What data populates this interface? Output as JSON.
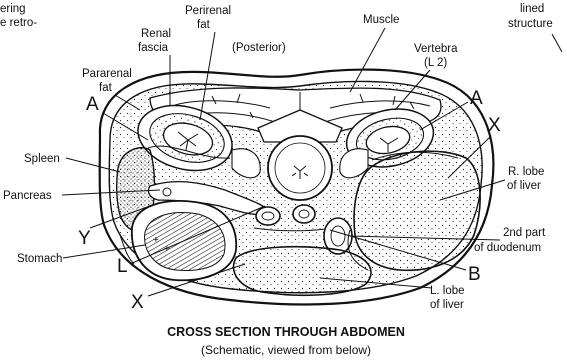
{
  "fragments": {
    "top_left_1": "ering",
    "top_left_2": "e retro-",
    "top_right_1": "lined",
    "top_right_2": "structure"
  },
  "labels": {
    "perirenal_fat_1": "Perirenal",
    "perirenal_fat_2": "fat",
    "renal_fascia_1": "Renal",
    "renal_fascia_2": "fascia",
    "posterior": "(Posterior)",
    "muscle": "Muscle",
    "vertebra_1": "Vertebra",
    "vertebra_2": "(L 2)",
    "pararenal_fat_1": "Pararenal",
    "pararenal_fat_2": "fat",
    "a_left": "A",
    "a_right": "A",
    "x_right": "X",
    "spleen": "Spleen",
    "pancreas": "Pancreas",
    "r_lobe_liver_1": "R. lobe",
    "r_lobe_liver_2": "of liver",
    "y": "Y",
    "stomach": "Stomach",
    "l": "L",
    "second_part_duodenum_1": "2nd part",
    "second_part_duodenum_2": "of duodenum",
    "b": "B",
    "x_bottom": "X",
    "l_lobe_liver_1": "L. lobe",
    "l_lobe_liver_2": "of liver"
  },
  "caption": {
    "title": "CROSS SECTION THROUGH ABDOMEN",
    "subtitle": "(Schematic, viewed from below)"
  }
}
